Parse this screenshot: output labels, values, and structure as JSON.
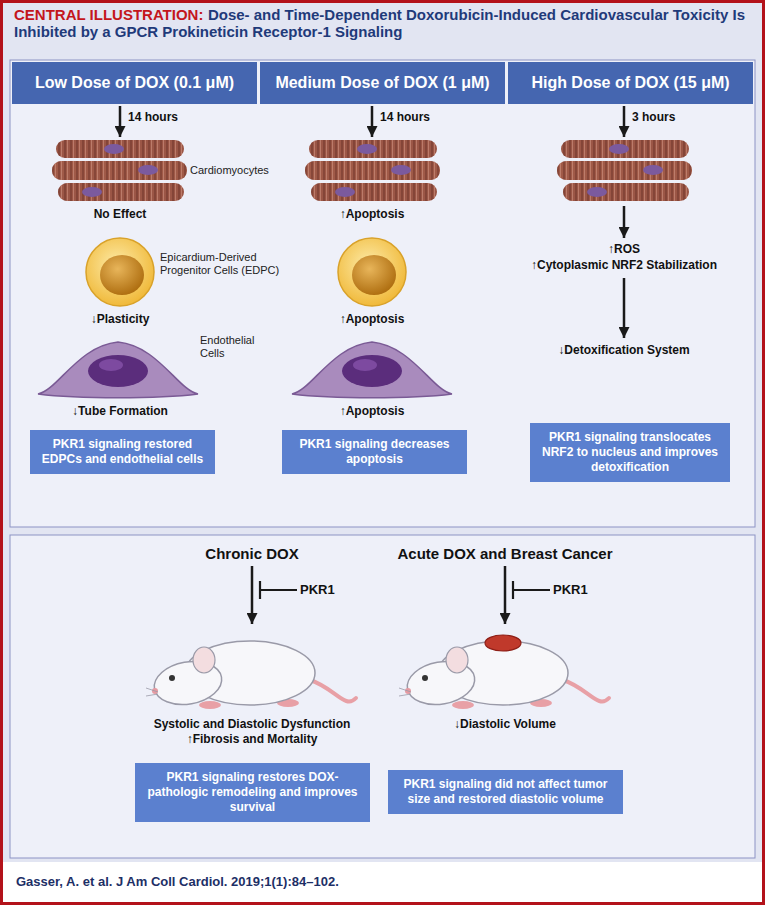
{
  "diagram": {
    "title": "Dose- and Time-Dependent Doxorubicin-Induced Cardiovascular Toxicity Is Inhibited by a GPCR Prokineticin Receptor-1 Signaling",
    "caption": "Gasser, A. et al. J Am Coll Cardiol. 2019;1(1):84–102.",
    "nodes": [
      {
        "text": [
          "Low Dose of DOX (0.1 μM)"
        ]
      },
      {
        "text": [
          "Medium Dose of DOX (1 μM)"
        ]
      },
      {
        "text": [
          "High Dose of DOX (15 μM)"
        ]
      },
      {
        "text": [
          "PKR1 signaling restored EDPCs and endothelial cells"
        ]
      },
      {
        "text": [
          "PKR1 signaling decreases apoptosis"
        ]
      },
      {
        "text": [
          "PKR1 signaling translocates NRF2 to nucleus and improves detoxification"
        ]
      },
      {
        "text": [
          "PKR1 signaling restores DOX-pathologic remodeling and improves survival"
        ]
      },
      {
        "text": [
          "PKR1 signaling did not affect tumor size and restored diastolic volume"
        ]
      }
    ],
    "labels": [
      "CENTRAL ILLUSTRATION:",
      "14 hours",
      "14 hours",
      "3 hours",
      "Cardiomyocytes",
      "No Effect",
      "↑Apoptosis",
      "↑ROS",
      "↑Cytoplasmic NRF2 Stabilization",
      "Epicardium-Derived Progenitor Cells (EDPC)",
      "↓Plasticity",
      "↑Apoptosis",
      "↓Detoxification System",
      "Endothelial Cells",
      "↓Tube Formation",
      "↑Apoptosis",
      "Chronic DOX",
      "PKR1",
      "Acute DOX and Breast Cancer",
      "PKR1",
      "Systolic and Diastolic Dysfunction",
      "↑Fibrosis and Mortality",
      "↓Diastolic Volume"
    ]
  }
}
